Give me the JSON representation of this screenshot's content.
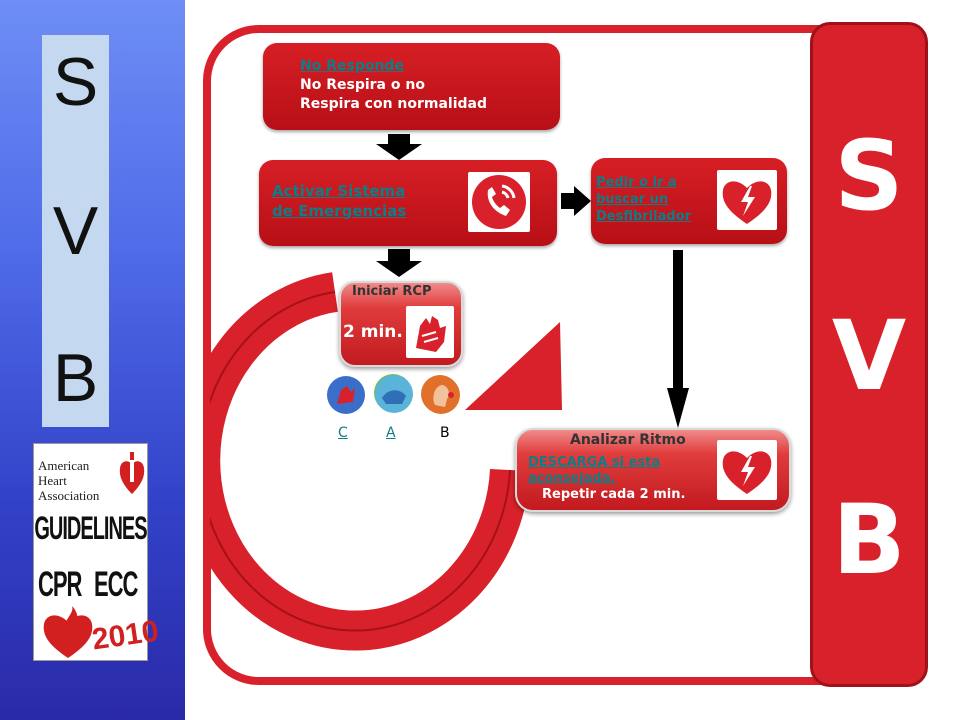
{
  "sidebar": {
    "letters": [
      "S",
      "V",
      "B"
    ],
    "logo": {
      "organization": "American Heart Association",
      "guidelines": "GUIDELINES",
      "cpr": "CPR",
      "ecc": "ECC",
      "year": "2010"
    }
  },
  "flow": {
    "step1": {
      "link": "No Responde",
      "line2": "No Respira o no",
      "line3": "Respira con normalidad"
    },
    "step2": {
      "line1": "Activar Sistema",
      "line2": "de Emergencias",
      "icon": "phone-icon"
    },
    "step3": {
      "line1": "Pedir o ir a",
      "line2": "buscar un",
      "line3": "Desfibrilador",
      "icon": "defibrillator-heart-icon"
    },
    "rcp": {
      "title": "Iniciar RCP",
      "duration": "2 min.",
      "icon": "compression-hands-icon"
    },
    "cab": {
      "c": "C",
      "a": "A",
      "b": "B",
      "icons": [
        "chest-compression-icon",
        "airway-icon",
        "breathing-icon"
      ]
    },
    "rhythm": {
      "title": "Analizar Ritmo",
      "line1": "DESCARGA si esta",
      "line2": "aconsejada.",
      "line3": "Repetir cada 2 min.",
      "icon": "defibrillator-heart-icon"
    }
  },
  "right_bar": {
    "letters": [
      "S",
      "V",
      "B"
    ]
  },
  "colors": {
    "primary_red": "#d8212a",
    "link_teal": "#0f7d86",
    "sidebar_blue": "#3b4fd6"
  }
}
